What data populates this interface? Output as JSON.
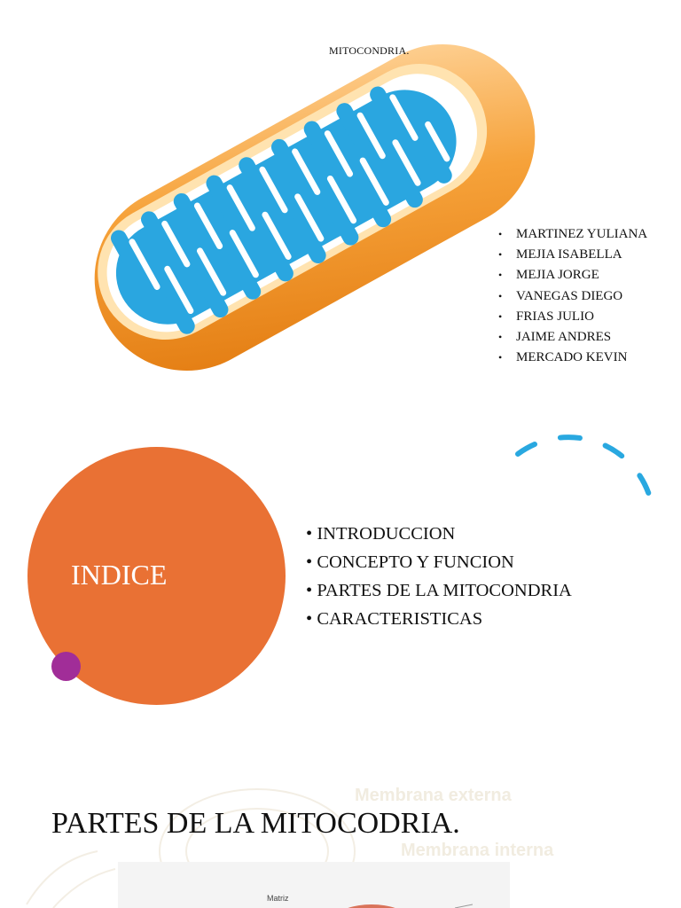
{
  "slide1": {
    "title": "MITOCONDRIA.",
    "members": [
      "MARTINEZ YULIANA",
      "MEJIA ISABELLA",
      "MEJIA JORGE",
      "VANEGAS DIEGO",
      "FRIAS JULIO",
      "JAIME ANDRES",
      "MERCADO KEVIN"
    ]
  },
  "slide2": {
    "title": "INDICE",
    "items": [
      "INTRODUCCION",
      "CONCEPTO Y FUNCION",
      "PARTES DE LA MITOCONDRIA",
      "CARACTERISTICAS"
    ]
  },
  "slide3": {
    "title": "PARTES DE LA MITOCODRIA.",
    "faint_labels": [
      "Membrana externa",
      "Membrana interna"
    ],
    "image_label": "Matriz"
  },
  "colors": {
    "orange": "#E97134",
    "purple": "#A12D98",
    "blue": "#29A8E0",
    "mito_outer": "#F7A640",
    "mito_inner": "#FFDFA8"
  }
}
